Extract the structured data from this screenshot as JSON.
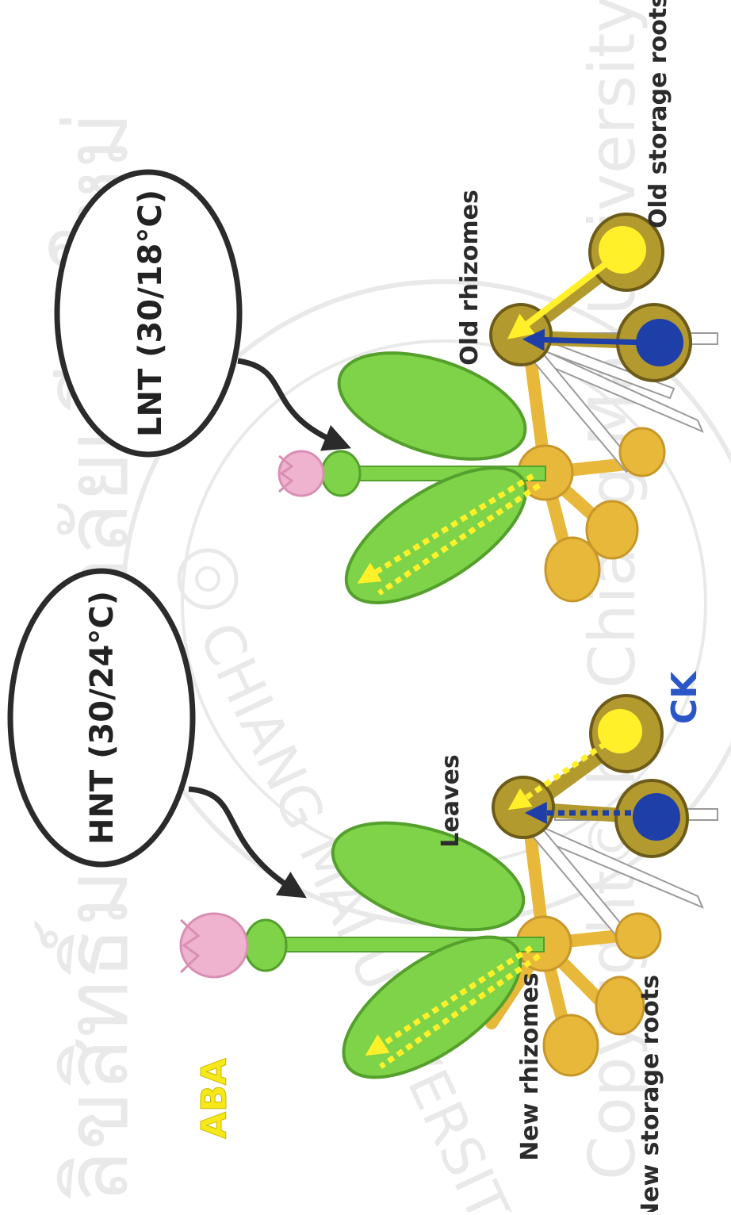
{
  "treatments": {
    "hnt": "HNT (30/24°C)",
    "lnt": "LNT (30/18°C)"
  },
  "labels": {
    "leaves": "Leaves",
    "new_rhizomes": "New rhizomes",
    "new_storage_roots": "New storage roots",
    "old_rhizomes": "Old rhizomes",
    "old_storage_roots": "Old storage roots"
  },
  "hormones": {
    "aba": "ABA",
    "ck": "CK"
  },
  "watermark": {
    "thai": "ลิขสิทธิ์มหาวิทยาลัยเชียงใหม่",
    "copyright": "Copyright© by Chiang Mai University",
    "seal_text": "CHIANG MAI UNIVERSITY"
  },
  "colors": {
    "leaf": "#7ed348",
    "leaf_edge": "#55a02c",
    "rhizome": "#e8b83a",
    "old_rhizome": "#b39a2f",
    "yellow_arrow": "#fff02a",
    "blue": "#1f3fa8",
    "aba_text": "#f7e81a",
    "ck_text": "#2a56c8",
    "flower": "#f0b3cf"
  }
}
